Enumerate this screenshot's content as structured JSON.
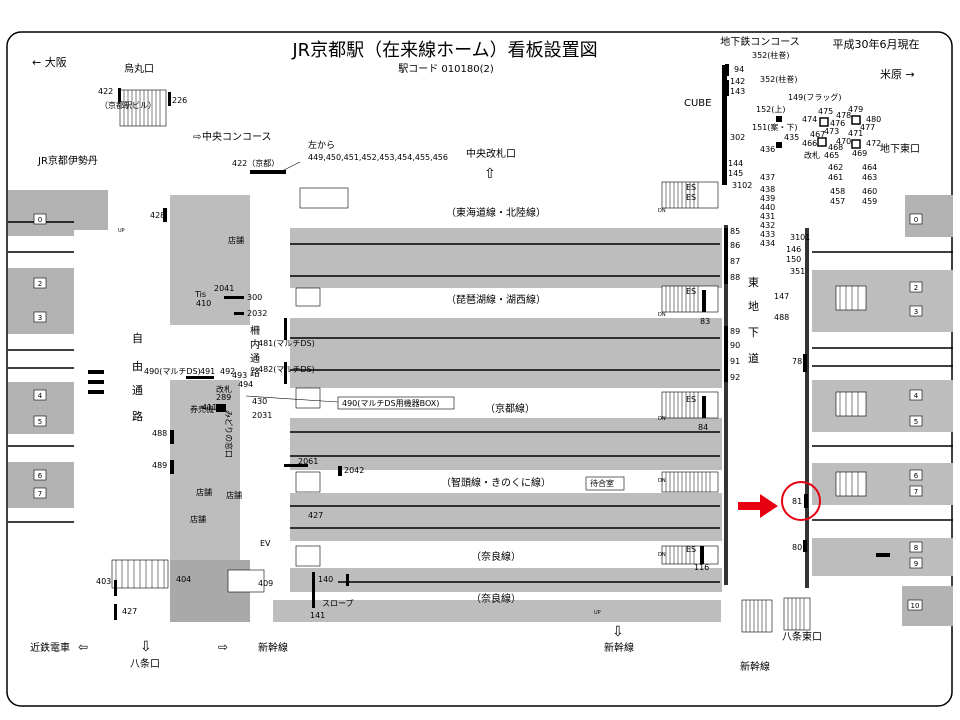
{
  "title": "JR京都駅（在来線ホーム）看板設置図",
  "station_code": "駅コード 010180(2)",
  "as_of": "平成30年6月現在",
  "directions": {
    "osaka": "← 大阪",
    "maibara": "米原 →",
    "kintetsu": "近鉄電車",
    "hachijo": "八条口",
    "shinkansen_1": "新幹線",
    "shinkansen_2": "新幹線",
    "shinkansen_3": "新幹線",
    "karasuma": "烏丸口",
    "central_concourse": "中央コンコース",
    "central_gate": "中央改札口",
    "subway_concourse": "地下鉄コンコース",
    "underground_east_gate": "地下東口",
    "hachijo_east_gate": "八条東口",
    "isetan": "JR京都伊勢丹",
    "cube": "CUBE",
    "free_passage": [
      "自",
      "由",
      "通",
      "路"
    ],
    "inner_passage": [
      "柵",
      "内",
      "通",
      "路"
    ],
    "east_underpass": [
      "東",
      "地",
      "下",
      "道"
    ]
  },
  "lines": [
    "（東海道線・北陸線）",
    "（琵琶湖線・湖西線）",
    "（京都線）",
    "（智頭線・きのくに線）",
    "（奈良線）",
    "（奈良線）"
  ],
  "platform_numbers_left": [
    "0",
    "2",
    "3",
    "4",
    "5",
    "6",
    "7"
  ],
  "platform_numbers_right": [
    "0",
    "2",
    "3",
    "4",
    "5",
    "6",
    "7",
    "8",
    "9",
    "10"
  ],
  "facilities": {
    "shop1": "店舗",
    "shop2": "店舗",
    "shop3": "店舗",
    "shop4": "店舗",
    "tis": "Tis",
    "ticket_office": "券売機",
    "midori": "みどりの窓口",
    "waiting_room": "待合室",
    "slope": "スロープ",
    "gate": "改札",
    "subway_gate": "改札",
    "ev": "EV",
    "es_labels": [
      "ES",
      "ES",
      "ES",
      "ES",
      "ES"
    ],
    "dn_label": "DN",
    "up_label": "UP"
  },
  "notes": {
    "left_from": "左から",
    "left_from_list": "449,450,451,452,453,454,455,456",
    "box490": "490(マルチDS用機器BOX)",
    "kyoto_building": "（京都駅ビル）",
    "tag_kyoto": "422（京都）"
  },
  "signs": {
    "s94": "94",
    "s142": "142",
    "s143": "143",
    "s302": "302",
    "s144": "144",
    "s145": "145",
    "s3102": "3102",
    "s352a": "352(柱巻)",
    "s352b": "352(柱巻)",
    "s149": "149(フラッグ)",
    "s152": "152(上)",
    "s151": "151(案・下)",
    "s436": "436",
    "s435": "435",
    "s475": "475",
    "s479": "479",
    "s474": "474",
    "s476": "476",
    "s478": "478",
    "s480": "480",
    "s473": "473",
    "s477": "477",
    "s467": "467",
    "s471": "471",
    "s466": "466",
    "s470": "470",
    "s472": "472",
    "s468": "468",
    "s465": "465",
    "s469": "469",
    "s437": "437",
    "s462": "462",
    "s464": "464",
    "s461": "461",
    "s463": "463",
    "s438": "438",
    "s439": "439",
    "s440": "440",
    "s431": "431",
    "s432": "432",
    "s433": "433",
    "s434": "434",
    "s458": "458",
    "s460": "460",
    "s457": "457",
    "s459": "459",
    "s3101": "3101",
    "s146": "146",
    "s150": "150",
    "s351": "351",
    "s147": "147",
    "s488r": "488",
    "s85": "85",
    "s86": "86",
    "s87": "87",
    "s88": "88",
    "s83": "83",
    "s89": "89",
    "s90": "90",
    "s91": "91",
    "s92": "92",
    "s84": "84",
    "s78": "78",
    "s81": "81",
    "s80": "80",
    "s116": "116",
    "s422": "422",
    "s226": "226",
    "s428": "428",
    "s2041": "2041",
    "s300": "300",
    "s410": "410",
    "s2032": "2032",
    "s481": "481(マルチDS)",
    "s482": "482(マルチDS)",
    "s490": "490(マルチDS)",
    "s491": "491",
    "s492": "492",
    "s493": "493",
    "s494": "494",
    "s289": "289",
    "s430": "430",
    "s411": "411",
    "s2031": "2031",
    "s488": "488",
    "s489": "489",
    "s2061": "2061",
    "s2042": "2042",
    "s427a": "427",
    "s427b": "427",
    "s403": "403",
    "s404": "404",
    "s409": "409",
    "s140": "140",
    "s141": "141"
  }
}
